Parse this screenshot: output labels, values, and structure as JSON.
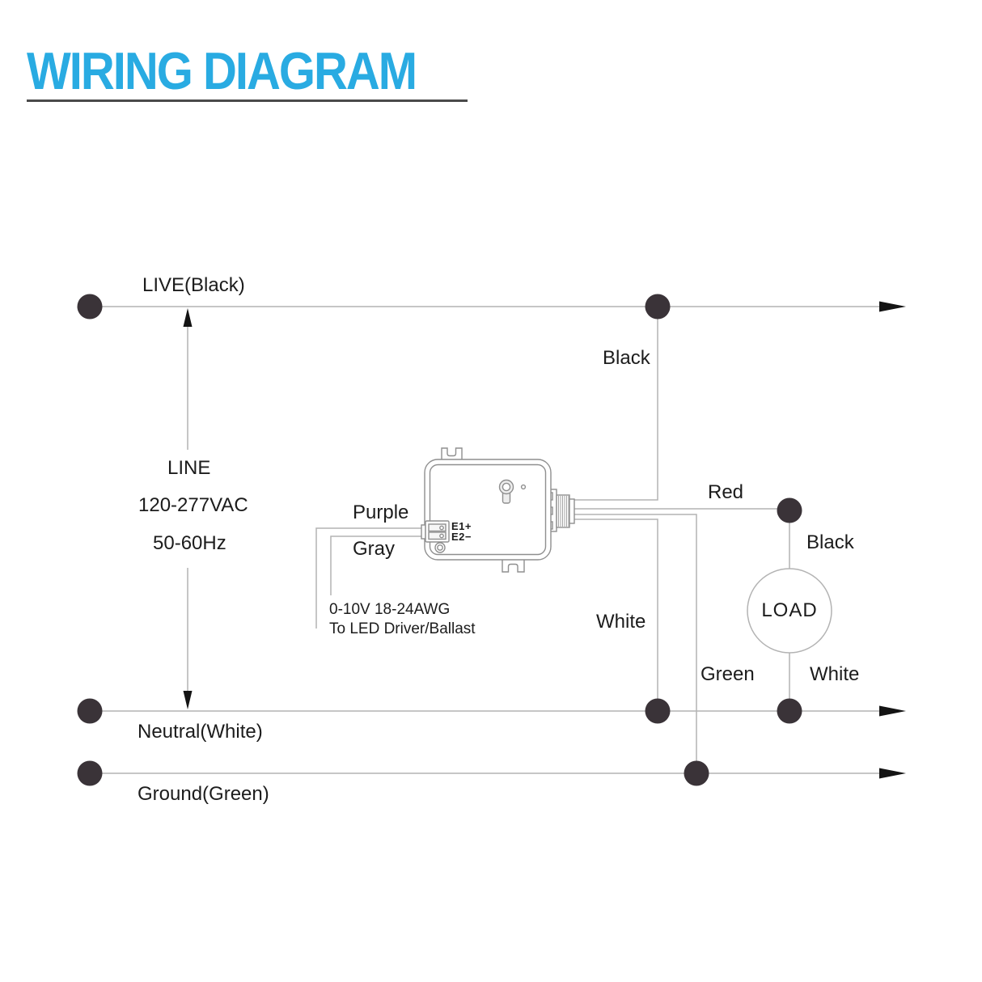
{
  "title": {
    "text": "WIRING DIAGRAM",
    "color": "#29ABE2"
  },
  "labels": {
    "live": "LIVE(Black)",
    "black_top": "Black",
    "red": "Red",
    "purple": "Purple",
    "gray": "Gray",
    "line_1": "LINE",
    "line_2": "120-277VAC",
    "line_3": "50-60Hz",
    "control_1": "0-10V 18-24AWG",
    "control_2": "To LED Driver/Ballast",
    "white_sensor": "White",
    "green": "Green",
    "black_load": "Black",
    "white_load": "White",
    "load": "LOAD",
    "neutral": "Neutral(White)",
    "ground": "Ground(Green)",
    "e1": "E1+",
    "e2": "E2−"
  },
  "colors": {
    "accent_blue": "#29ABE2",
    "underline": "#4a4a4a",
    "wire": "#b3b3b3",
    "device_outline": "#8f8f8f",
    "junction_dot": "#3a3338",
    "arrow": "#141414",
    "text": "#1c1c1c"
  }
}
